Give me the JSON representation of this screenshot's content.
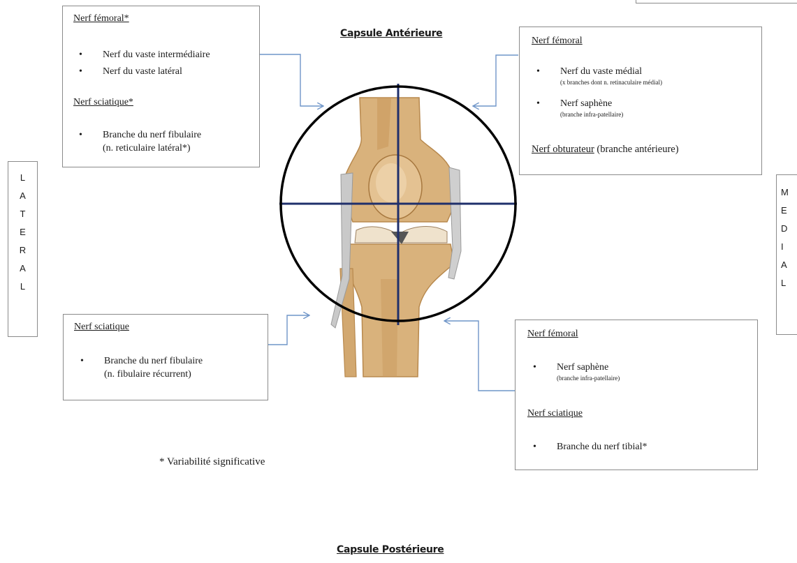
{
  "titles": {
    "anterior": "Capsule Antérieure",
    "posterior": "Capsule Postérieure"
  },
  "side_labels": {
    "lateral": [
      "L",
      "A",
      "T",
      "E",
      "R",
      "A",
      "L"
    ],
    "medial": [
      "M",
      "E",
      "D",
      "I",
      "A",
      "L"
    ]
  },
  "boxes": {
    "top_left": {
      "nerve1": "Nerf fémoral*",
      "b1": "Nerf du vaste intermédiaire",
      "b2": "Nerf du vaste latéral",
      "nerve2": "Nerf sciatique*",
      "b3_line1": "Branche du nerf fibulaire",
      "b3_line2": "(n. reticulaire latéral*)"
    },
    "top_right": {
      "nerve1": "Nerf fémoral",
      "b1": "Nerf du vaste médial",
      "b1_sub": "(x branches dont n. retinaculaire médial)",
      "b2": "Nerf saphène",
      "b2_sub": "(branche infra-patellaire)",
      "nerve2_name": "Nerf obturateur",
      "nerve2_rest": " (branche antérieure)"
    },
    "bottom_left": {
      "nerve1": "Nerf sciatique",
      "b1_line1": "Branche du nerf fibulaire",
      "b1_line2": "(n. fibulaire récurrent)"
    },
    "bottom_right": {
      "nerve1": "Nerf fémoral",
      "b1": "Nerf saphène",
      "b1_sub": "(branche infra-patellaire)",
      "nerve2": "Nerf sciatique",
      "b2": "Branche du nerf tibial*"
    }
  },
  "footnote": "* Variabilité significative",
  "bullet": "•",
  "colors": {
    "arrow": "#6f95c8",
    "crosshair": "#1f2f6b",
    "circle": "#000000",
    "bone": "#d9b27c",
    "bone_dark": "#b8894e",
    "ligament": "#c9c9c9"
  }
}
